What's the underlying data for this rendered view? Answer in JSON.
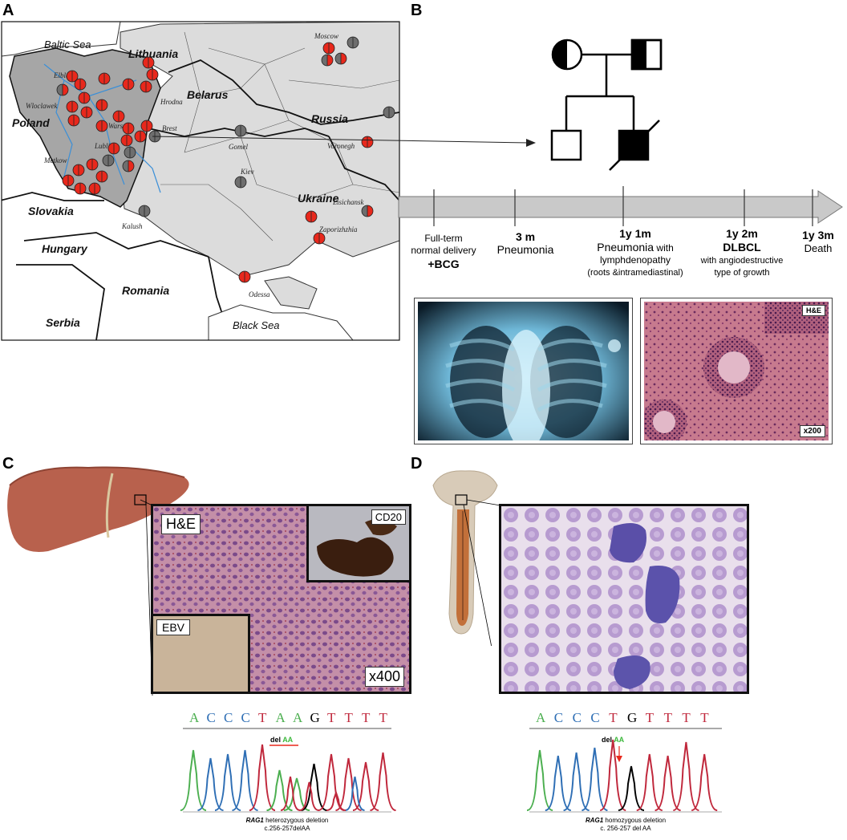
{
  "panels": {
    "a": "A",
    "b": "B",
    "c": "C",
    "d": "D"
  },
  "map": {
    "seas": {
      "baltic": "Baltic Sea",
      "black": "Black Sea"
    },
    "countries": {
      "lithuania": "Lithuania",
      "poland": "Poland",
      "belarus": "Belarus",
      "russia": "Russia",
      "ukraine": "Ukraine",
      "slovakia": "Slovakia",
      "hungary": "Hungary",
      "romania": "Romania",
      "serbia": "Serbia"
    },
    "cities": {
      "elblag": "Elblag",
      "wloclawek": "Wloclawek",
      "warsaw": "Warsaw",
      "lublin": "Lublin",
      "metkow": "Metkow",
      "hrodna": "Hrodna",
      "brest": "Brest",
      "gomel": "Gomel",
      "kiev": "Kiev",
      "moscow": "Moscow",
      "voronegh": "Voronegh",
      "lisichansk": "Lisichansk",
      "zaporizhzhia": "Zaporizhzhia",
      "kalush": "Kalush",
      "odessa": "Odessa"
    }
  },
  "timeline": {
    "e0": {
      "l1": "Full-term",
      "l2": "normal delivery",
      "l3": "+BCG"
    },
    "e1": {
      "t": "3 m",
      "l1": "Pneumonia"
    },
    "e2": {
      "t": "1y 1m",
      "l1": "Pneumonia",
      "l1b": " with",
      "l2": "lymphdenopathy",
      "l3": "(roots &intramediastinal)"
    },
    "e3": {
      "t": "1y 2m",
      "l1": "DLBCL",
      "l2": "with angiodestructive",
      "l3": "type of growth"
    },
    "e4": {
      "t": "1y 3m",
      "l1": "Death"
    }
  },
  "histology_b": {
    "stain": "H&E",
    "mag": "x200"
  },
  "panel_c": {
    "stain": "H&E",
    "cd20": "CD20",
    "ebv": "EBV",
    "mag": "x400",
    "sequence": [
      "A",
      "C",
      "C",
      "C",
      "T",
      "A",
      "A",
      "G",
      "T",
      "T",
      "T",
      "T"
    ],
    "del": "del",
    "del_aa": "AA",
    "caption_gene": "RAG1",
    "caption_rest": " heterozygous deletion",
    "caption_2": "c.256-257delAA"
  },
  "panel_d": {
    "sequence": [
      "A",
      "C",
      "C",
      "C",
      "T",
      "G",
      "T",
      "T",
      "T",
      "T"
    ],
    "del": "del",
    "del_aa": "AA",
    "caption_gene": "RAG1",
    "caption_rest": " homozygous deletion",
    "caption_2": "c. 256-257 del AA"
  },
  "colors": {
    "affected_red": "#e8281c",
    "carrier_grey": "#6e6e6e",
    "poland_fill": "#a6a6a6",
    "map_fill": "#dcdcdc",
    "A": "#4caf50",
    "C": "#2f6fb5",
    "G": "#000000",
    "T": "#c0283c",
    "del_aa": "#3cb83c"
  }
}
